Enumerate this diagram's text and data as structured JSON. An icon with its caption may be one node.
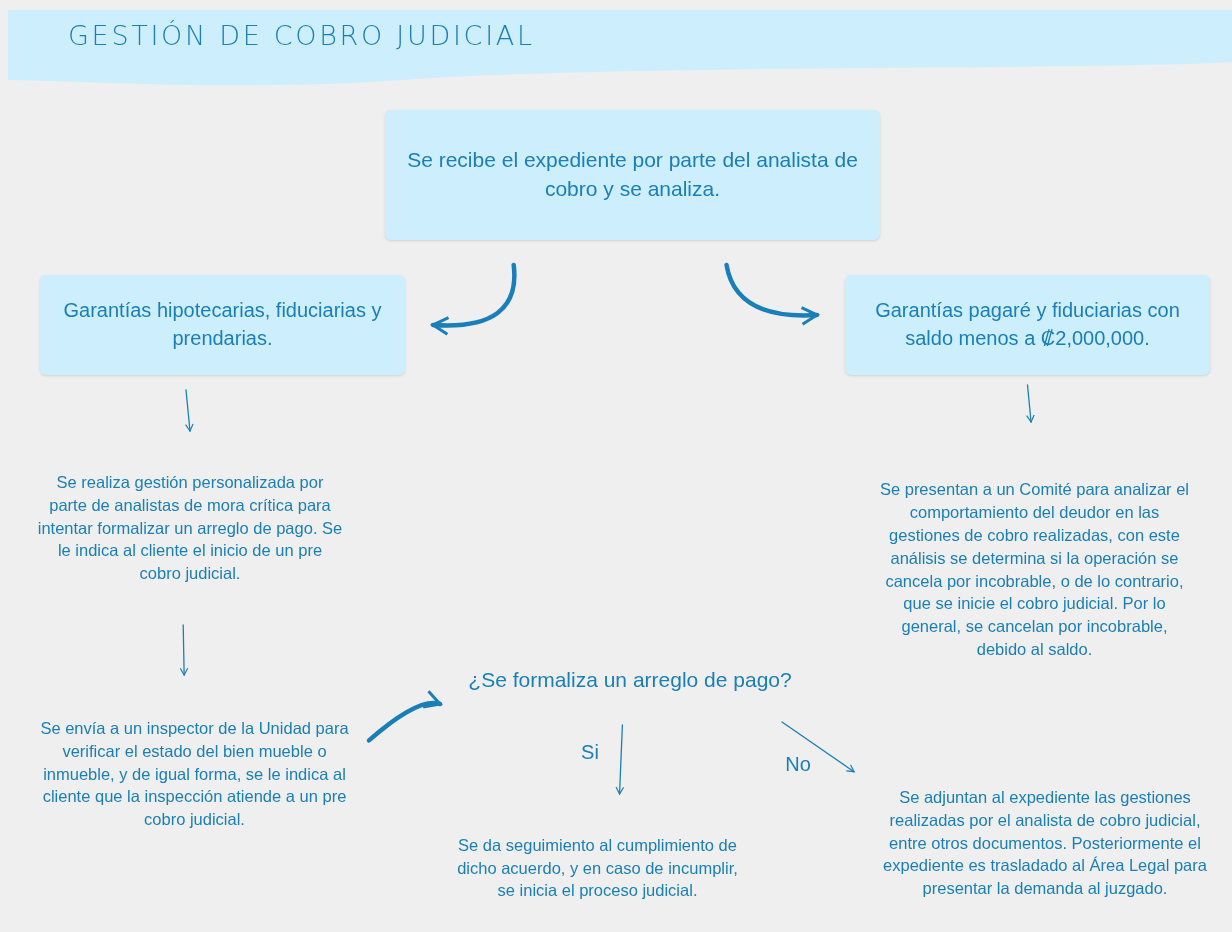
{
  "diagram": {
    "title": "GESTIÓN DE COBRO JUDICIAL",
    "nodes": [
      {
        "text": [
          "Se recibe el expediente por parte del analista de cobro y se analiza."
        ]
      },
      {
        "text": [
          "Garantías hipotecarias, fiduciarias y prendarias."
        ]
      },
      {
        "text": [
          "Garantías pagaré y fiduciarias con saldo menos a ₡2,000,000."
        ]
      },
      {
        "text": [
          "Se realiza gestión personalizada por parte de analistas de mora crítica para intentar formalizar un arreglo de pago. Se le indica al cliente el inicio de un pre cobro judicial."
        ]
      },
      {
        "text": [
          "Se presentan a un Comité para analizar el comportamiento del deudor en las gestiones de cobro realizadas, con este análisis se determina si la operación se cancela por incobrable, o de lo contrario, que se inicie el cobro judicial. Por lo general, se cancelan por incobrable, debido al saldo."
        ]
      },
      {
        "text": [
          "Se envía a un inspector de la Unidad para verificar el estado del bien mueble o inmueble, y de igual forma, se le indica al cliente que la inspección atiende a un pre cobro judicial."
        ]
      },
      {
        "text": [
          "¿Se formaliza un arreglo de pago?"
        ]
      },
      {
        "text": [
          "Se da seguimiento al cumplimiento de dicho acuerdo, y en caso de incumplir, se inicia el proceso judicial."
        ]
      },
      {
        "text": [
          "Se adjuntan al expediente las gestiones realizadas por el analista de cobro judicial, entre otros documentos. Posteriormente el expediente es trasladado al Área Legal para presentar la demanda al juzgado."
        ]
      }
    ],
    "edges": [
      {
        "from": 0,
        "to": 1,
        "arrow": "to",
        "style": "thick"
      },
      {
        "from": 0,
        "to": 2,
        "arrow": "to",
        "style": "thick"
      },
      {
        "from": 1,
        "to": 3,
        "arrow": "to"
      },
      {
        "from": 3,
        "to": 5,
        "arrow": "to"
      },
      {
        "from": 2,
        "to": 4,
        "arrow": "to"
      },
      {
        "from": 5,
        "to": 6,
        "arrow": "to",
        "style": "thick"
      },
      {
        "from": 6,
        "to": 7,
        "arrow": "to",
        "label": "Si"
      },
      {
        "from": 6,
        "to": 8,
        "arrow": "to",
        "label": "No"
      }
    ]
  }
}
